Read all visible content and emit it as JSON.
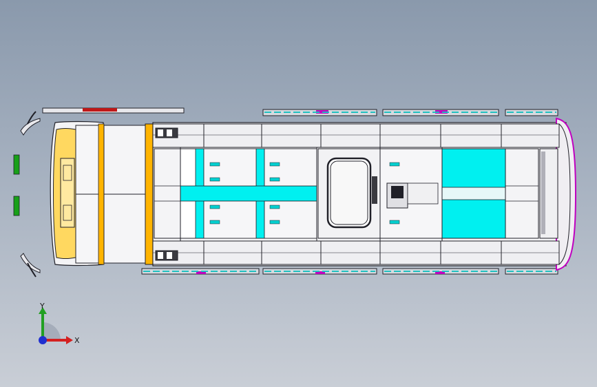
{
  "viewport": {
    "background_top": "#8a99ac",
    "background_bottom": "#c9ced6",
    "model": "bus-chassis-top-view"
  },
  "colors": {
    "body_fill": "#f4f4f6",
    "edge": "#202028",
    "floor_panel": "#00f0f0",
    "highlight_yellow": "#ffb400",
    "trim_magenta": "#c000c0",
    "trim_red": "#c01818",
    "trim_cyan": "#20c0c0",
    "trim_green": "#18a018"
  },
  "triad": {
    "x_label": "X",
    "y_label": "Y",
    "x_color": "#d42020",
    "y_color": "#22a022",
    "z_color": "#2030d0"
  }
}
